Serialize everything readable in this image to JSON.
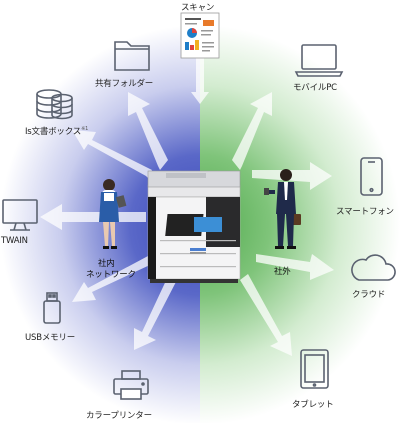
{
  "top": {
    "scan_label": "スキャン"
  },
  "left_destinations": {
    "shared_folder": "共有フォルダー",
    "is_docbox": "Is文書ボックス",
    "is_docbox_note": "※1",
    "twain": "TWAIN",
    "usb_memory": "USBメモリー",
    "color_printer": "カラープリンター"
  },
  "right_destinations": {
    "mobile_pc": "モバイルPC",
    "smartphone": "スマートフォン",
    "cloud": "クラウド",
    "tablet": "タブレット"
  },
  "zones": {
    "internal_line1": "社内",
    "internal_line2": "ネットワーク",
    "external": "社外"
  },
  "colors": {
    "internal_zone": "#5a68c8",
    "external_zone": "#7fc47a",
    "icon_stroke": "#5b6270"
  }
}
